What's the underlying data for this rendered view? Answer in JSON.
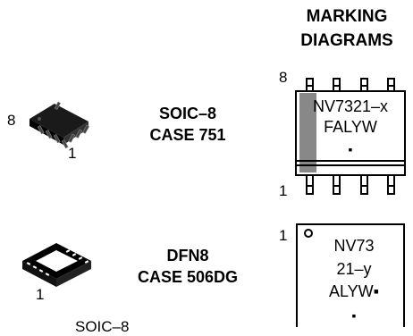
{
  "header": {
    "line1": "MARKING",
    "line2": "DIAGRAMS"
  },
  "soic": {
    "package_line1": "SOIC–8",
    "package_line2": "CASE 751",
    "pin_8": "8",
    "pin_1": "1",
    "marking_line1": "NV7321–x",
    "marking_line2": "FALYW",
    "marking_dot": "▪",
    "diagram_pin_8": "8",
    "diagram_pin_1": "1"
  },
  "dfn": {
    "package_line1": "DFN8",
    "package_line2": "CASE 506DG",
    "pin_1": "1",
    "marking_line1": "NV73",
    "marking_line2": "21–y",
    "marking_line3": "ALYW▪",
    "marking_dot": "▪",
    "diagram_pin_1": "1"
  },
  "footer": {
    "cut_label": "SOIC–8"
  }
}
